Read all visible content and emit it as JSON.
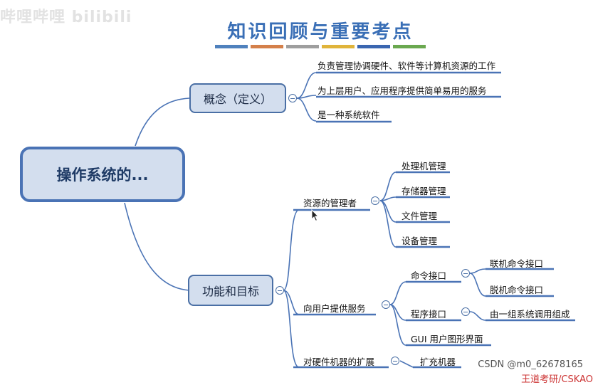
{
  "watermark": "哔哩哔哩 bilibili",
  "title": "知识回顾与重要考点",
  "title_bar_colors": [
    "#4f81bd",
    "#d4804a",
    "#9e9e9e",
    "#e0b43a",
    "#3a66b0",
    "#6aa84f"
  ],
  "root": {
    "label": "操作系统的..."
  },
  "branches": {
    "concept": {
      "label": "概念（定义）",
      "items": [
        "负责管理协调硬件、软件等计算机资源的工作",
        "为上层用户、应用程序提供简单易用的服务",
        "是一种系统软件"
      ]
    },
    "function": {
      "label": "功能和目标",
      "resource": {
        "label": "资源的管理者",
        "items": [
          "处理机管理",
          "存储器管理",
          "文件管理",
          "设备管理"
        ]
      },
      "service": {
        "label": "向用户提供服务",
        "command": {
          "label": "命令接口",
          "items": [
            "联机命令接口",
            "脱机命令接口"
          ]
        },
        "program": {
          "label": "程序接口",
          "items": [
            "由一组系统调用组成"
          ]
        },
        "gui": "GUI 用户图形界面"
      },
      "extension": {
        "label": "对硬件机器的扩展",
        "items": [
          "扩充机器"
        ]
      }
    }
  },
  "footer": "CSDN @m0_62678165",
  "footer2": "王道考研/CSKAO"
}
